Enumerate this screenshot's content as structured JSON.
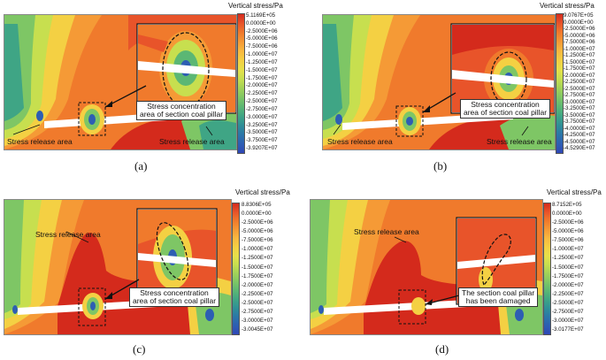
{
  "colorbar_colors": [
    "#d42a1c",
    "#e8542a",
    "#f07a2c",
    "#f59a36",
    "#f8b940",
    "#f4d043",
    "#e6e04a",
    "#c7df4f",
    "#a2d258",
    "#7ec665",
    "#5bb774",
    "#3fa585",
    "#2f8f97",
    "#2b76a8",
    "#2d5eb3",
    "#2f47b6"
  ],
  "panels": [
    {
      "id": "a",
      "caption": "(a)",
      "legend_title": "Vertical stress/Pa",
      "ticks": [
        "5.1169E+05",
        "0.0000E+00",
        "-2.5000E+06",
        "-5.0000E+06",
        "-7.5000E+06",
        "-1.0000E+07",
        "-1.2500E+07",
        "-1.5000E+07",
        "-1.7500E+07",
        "-2.0000E+07",
        "-2.2500E+07",
        "-2.5000E+07",
        "-2.7500E+07",
        "-3.0000E+07",
        "-3.2500E+07",
        "-3.5000E+07",
        "-3.7500E+07",
        "-3.9207E+07"
      ],
      "labels": {
        "concentration": [
          "Stress concentration",
          "area of section coal pillar"
        ],
        "release_left": "Stress release area",
        "release_right": "Stress release area"
      }
    },
    {
      "id": "b",
      "caption": "(b)",
      "legend_title": "Vertical stress/Pa",
      "ticks": [
        "9.0767E+05",
        "0.0000E+00",
        "-2.5000E+06",
        "-5.0000E+06",
        "-7.5000E+06",
        "-1.0000E+07",
        "-1.2500E+07",
        "-1.5000E+07",
        "-1.7500E+07",
        "-2.0000E+07",
        "-2.2500E+07",
        "-2.5000E+07",
        "-2.7500E+07",
        "-3.0000E+07",
        "-3.2500E+07",
        "-3.5000E+07",
        "-3.7500E+07",
        "-4.0000E+07",
        "-4.2500E+07",
        "-4.5000E+07",
        "-4.5290E+07"
      ],
      "labels": {
        "concentration": [
          "Stress concentration",
          "area of  section coal pillar"
        ],
        "release_left": "Stress release area",
        "release_right": "Stress release area"
      }
    },
    {
      "id": "c",
      "caption": "(c)",
      "legend_title": "Vertical stress/Pa",
      "ticks": [
        "8.8306E+05",
        "0.0000E+00",
        "-2.5000E+06",
        "-5.0000E+06",
        "-7.5000E+06",
        "-1.0000E+07",
        "-1.2500E+07",
        "-1.5000E+07",
        "-1.7500E+07",
        "-2.0000E+07",
        "-2.2500E+07",
        "-2.5000E+07",
        "-2.7500E+07",
        "-3.0000E+07",
        "-3.0045E+07"
      ],
      "labels": {
        "release_top": "Stress release area",
        "concentration": [
          "Stress concentration",
          "area of section coal pillar"
        ]
      }
    },
    {
      "id": "d",
      "caption": "(d)",
      "legend_title": "Vertical stress/Pa",
      "ticks": [
        "8.7152E+05",
        "0.0000E+00",
        "-2.5000E+06",
        "-5.0000E+06",
        "-7.5000E+06",
        "-1.0000E+07",
        "-1.2500E+07",
        "-1.5000E+07",
        "-1.7500E+07",
        "-2.0000E+07",
        "-2.2500E+07",
        "-2.5000E+07",
        "-2.7500E+07",
        "-3.0000E+07",
        "-3.0177E+07"
      ],
      "labels": {
        "release_top": "Stress release area",
        "damaged": [
          "The section coal pillar",
          "has been damaged"
        ]
      }
    }
  ]
}
